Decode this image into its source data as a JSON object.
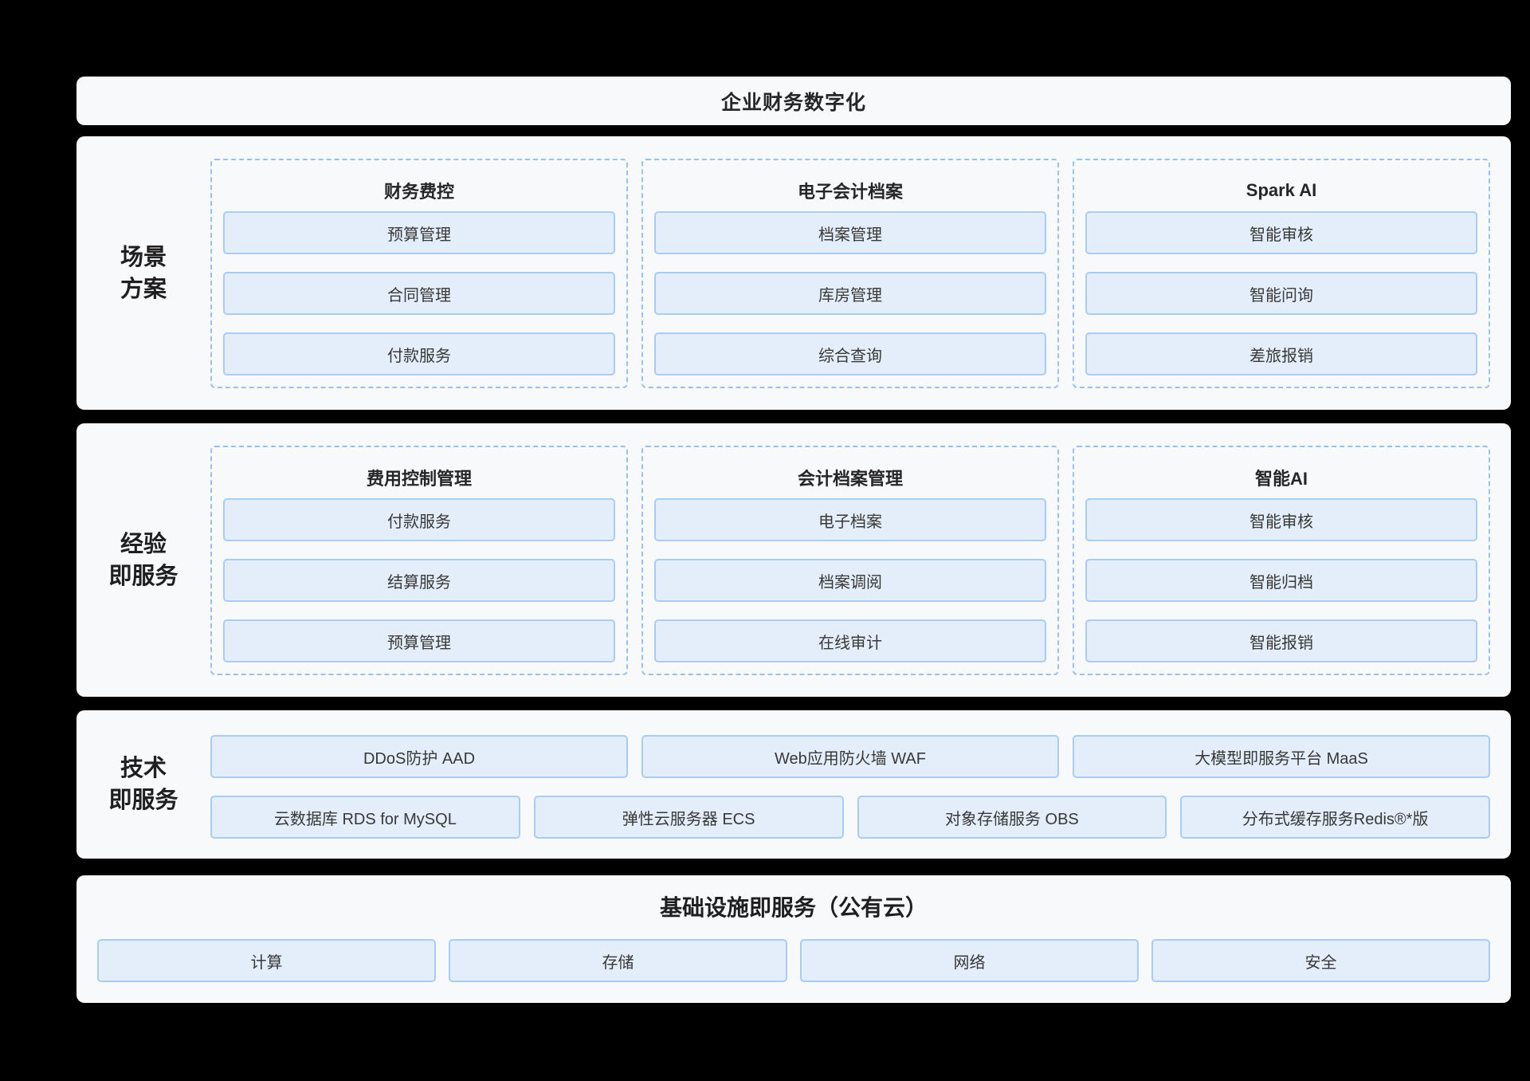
{
  "title": "企业财务数字化",
  "colors": {
    "background": "#000000",
    "panel": "#f8f9fb",
    "box_fill": "#e4eefb",
    "box_border": "#a9ccf5",
    "group_dashed_border": "#97c1ee",
    "text": "#262626"
  },
  "sections": {
    "scenario": {
      "label": "场景\n方案",
      "groups": [
        {
          "title": "财务费控",
          "items": [
            "预算管理",
            "合同管理",
            "付款服务"
          ]
        },
        {
          "title": "电子会计档案",
          "items": [
            "档案管理",
            "库房管理",
            "综合查询"
          ]
        },
        {
          "title": "Spark AI",
          "items": [
            "智能审核",
            "智能问询",
            "差旅报销"
          ]
        }
      ]
    },
    "experience": {
      "label": "经验\n即服务",
      "groups": [
        {
          "title": "费用控制管理",
          "items": [
            "付款服务",
            "结算服务",
            "预算管理"
          ]
        },
        {
          "title": "会计档案管理",
          "items": [
            "电子档案",
            "档案调阅",
            "在线审计"
          ]
        },
        {
          "title": "智能AI",
          "items": [
            "智能审核",
            "智能归档",
            "智能报销"
          ]
        }
      ]
    },
    "technology": {
      "label": "技术\n即服务",
      "rows": [
        [
          "DDoS防护 AAD",
          "Web应用防火墙 WAF",
          "大模型即服务平台 MaaS"
        ],
        [
          "云数据库 RDS for MySQL",
          "弹性云服务器 ECS",
          "对象存储服务 OBS",
          "分布式缓存服务Redis®*版"
        ]
      ]
    },
    "infrastructure": {
      "title": "基础设施即服务（公有云）",
      "items": [
        "计算",
        "存储",
        "网络",
        "安全"
      ]
    }
  }
}
